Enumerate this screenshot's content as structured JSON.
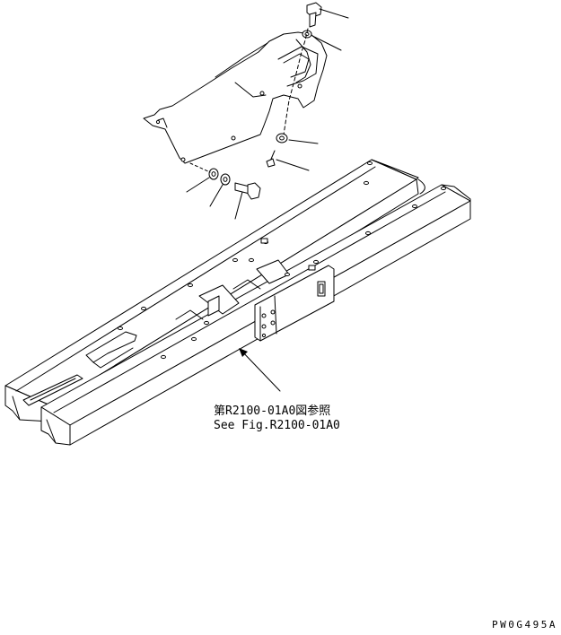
{
  "reference": {
    "line_jp": "第R2100-01A0図参照",
    "line_en": "See Fig.R2100-01A0"
  },
  "drawing_code": "PW0G495A"
}
